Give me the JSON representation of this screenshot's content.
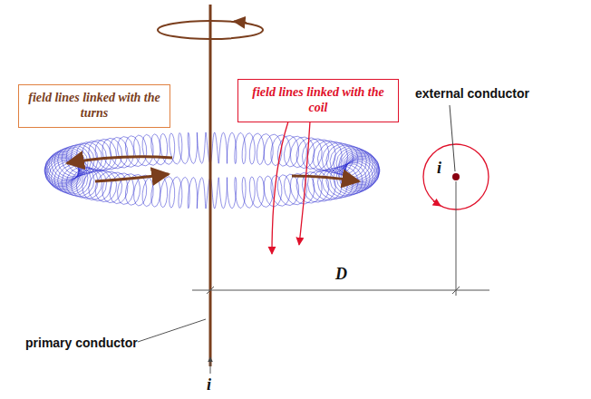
{
  "diagram": {
    "nodes": [
      {
        "text": [
          "field lines linked with the turns"
        ]
      },
      {
        "text": [
          "field lines linked with the coil"
        ]
      }
    ],
    "labels": [
      "external conductor",
      "i",
      "D",
      "primary conductor",
      "i"
    ]
  }
}
